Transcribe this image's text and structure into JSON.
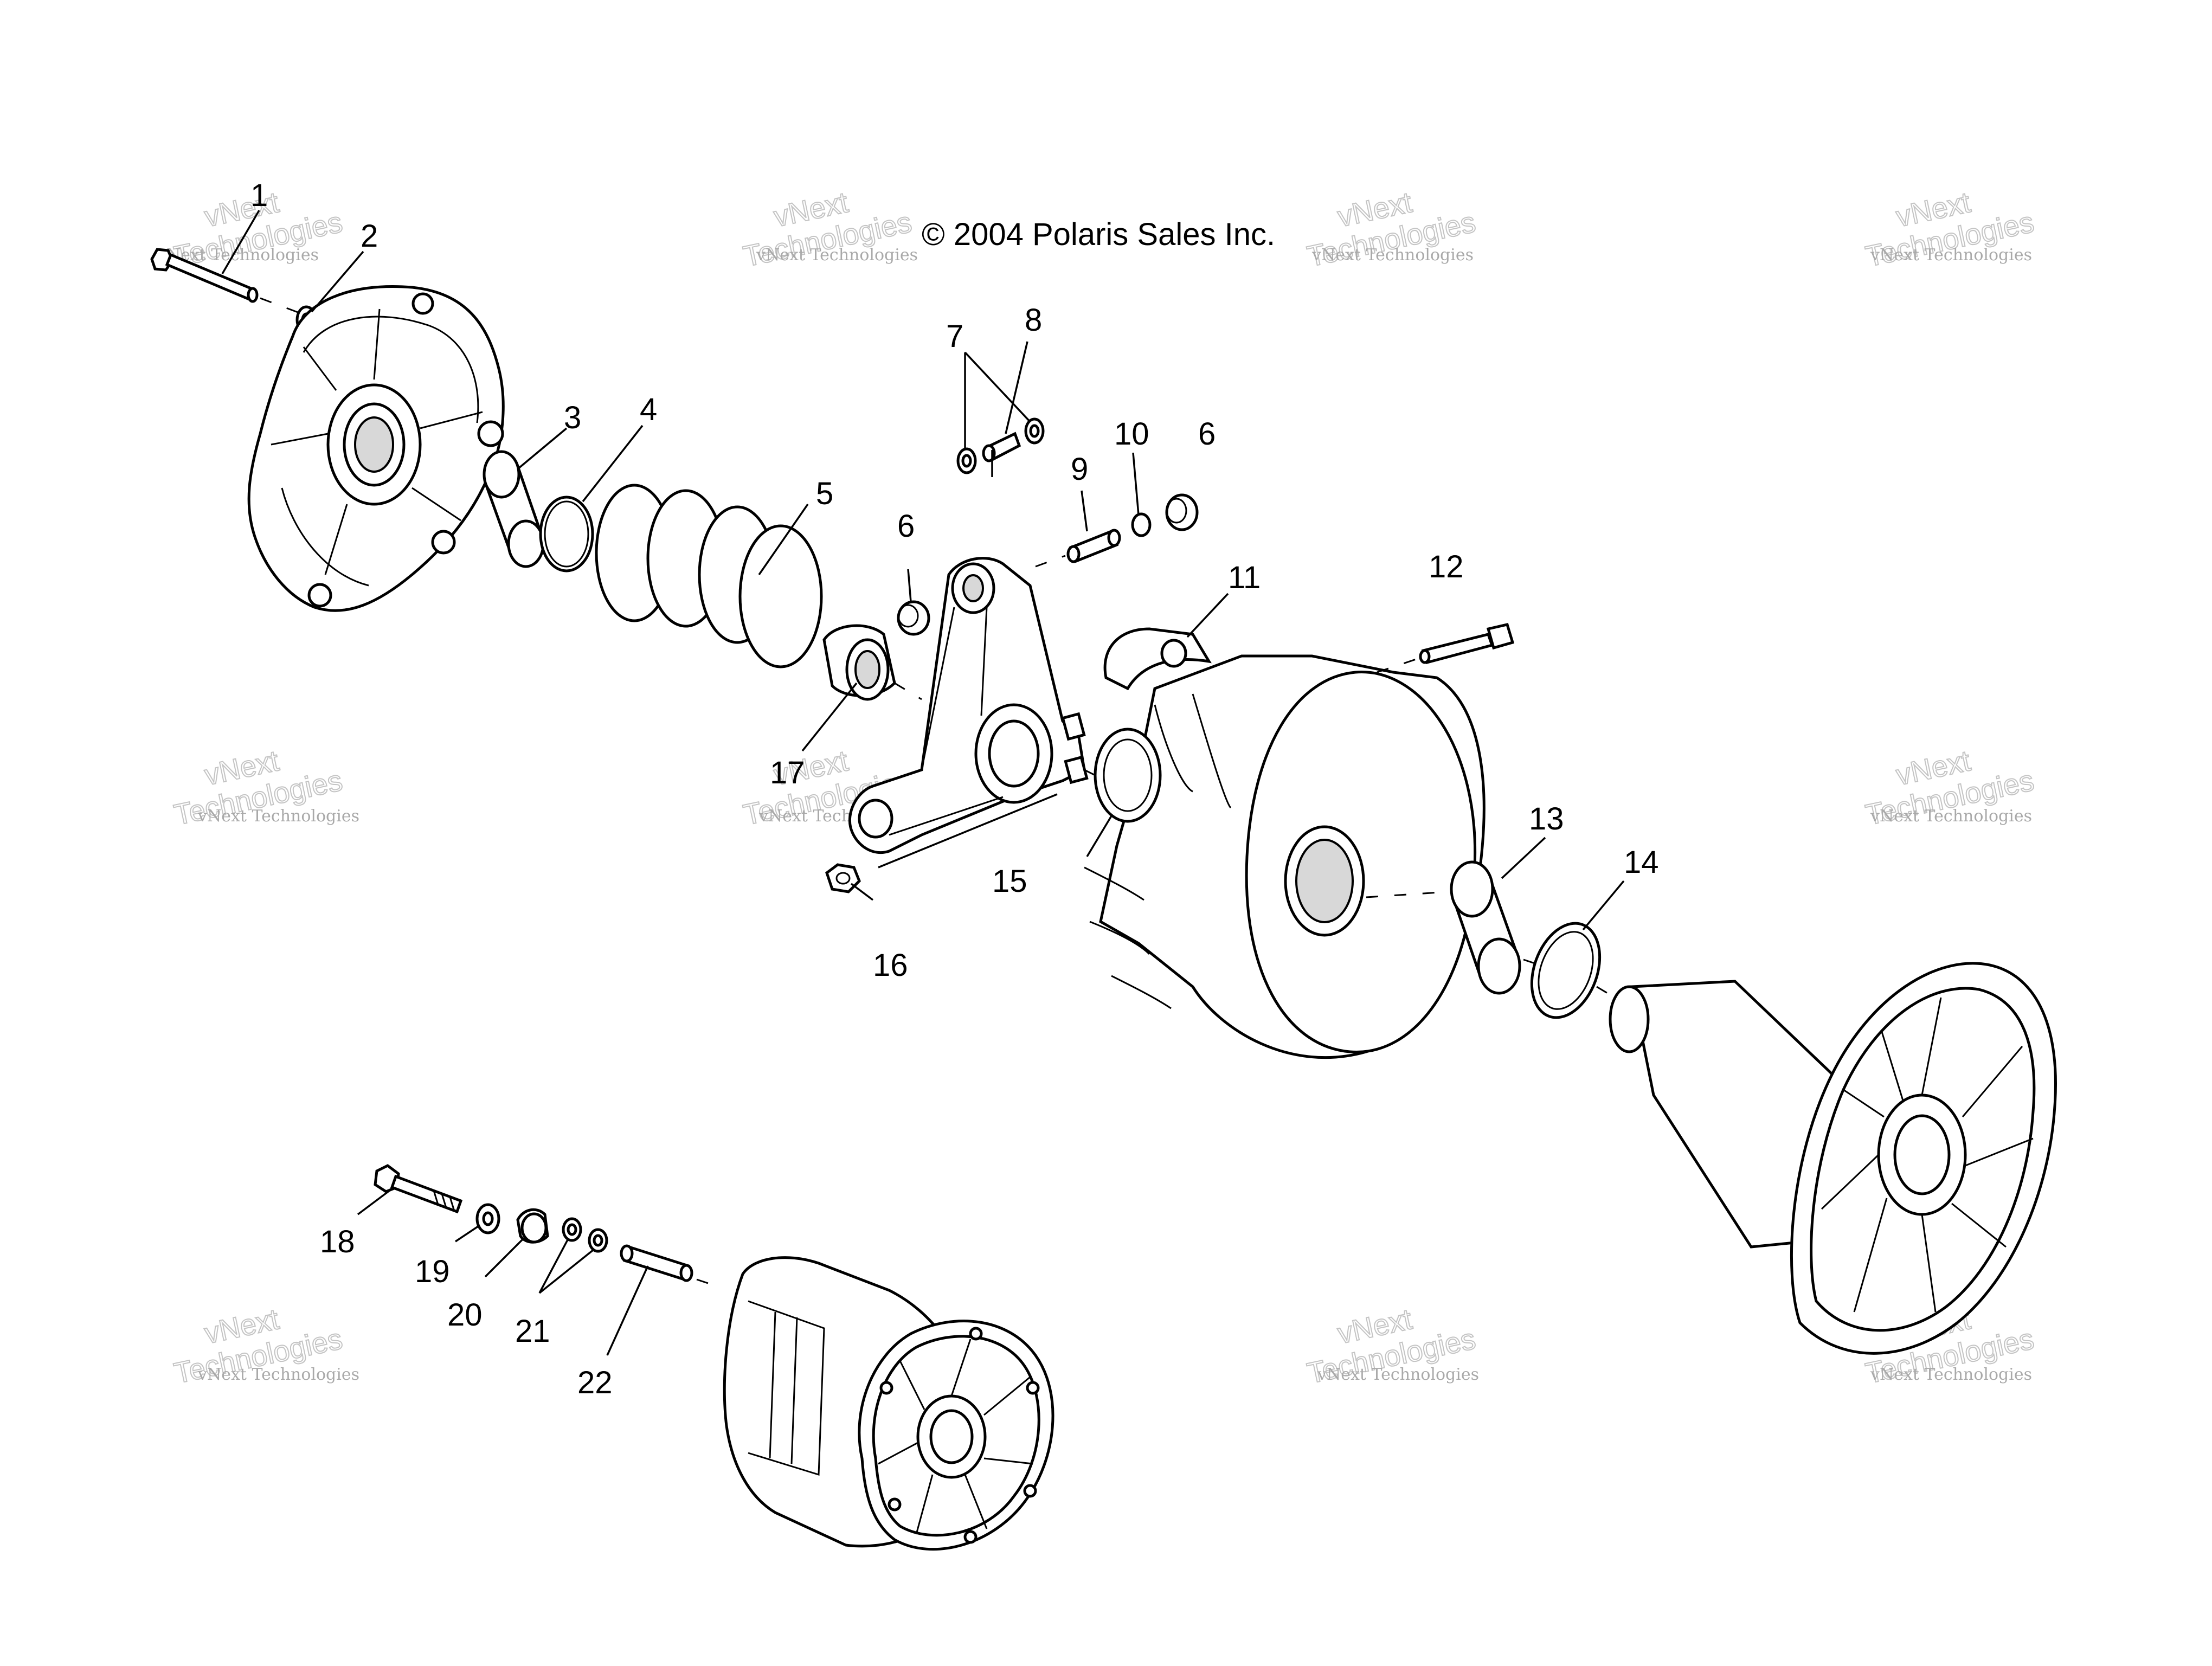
{
  "copyright": "© 2004 Polaris Sales Inc.",
  "watermark": {
    "line1": "vNext Technologies",
    "line2": "vNext",
    "line3": "Technologies"
  },
  "callouts": [
    "1",
    "2",
    "3",
    "4",
    "5",
    "6",
    "7",
    "8",
    "9",
    "10",
    "6",
    "11",
    "12",
    "17",
    "15",
    "16",
    "13",
    "14",
    "18",
    "19",
    "20",
    "21",
    "22"
  ]
}
